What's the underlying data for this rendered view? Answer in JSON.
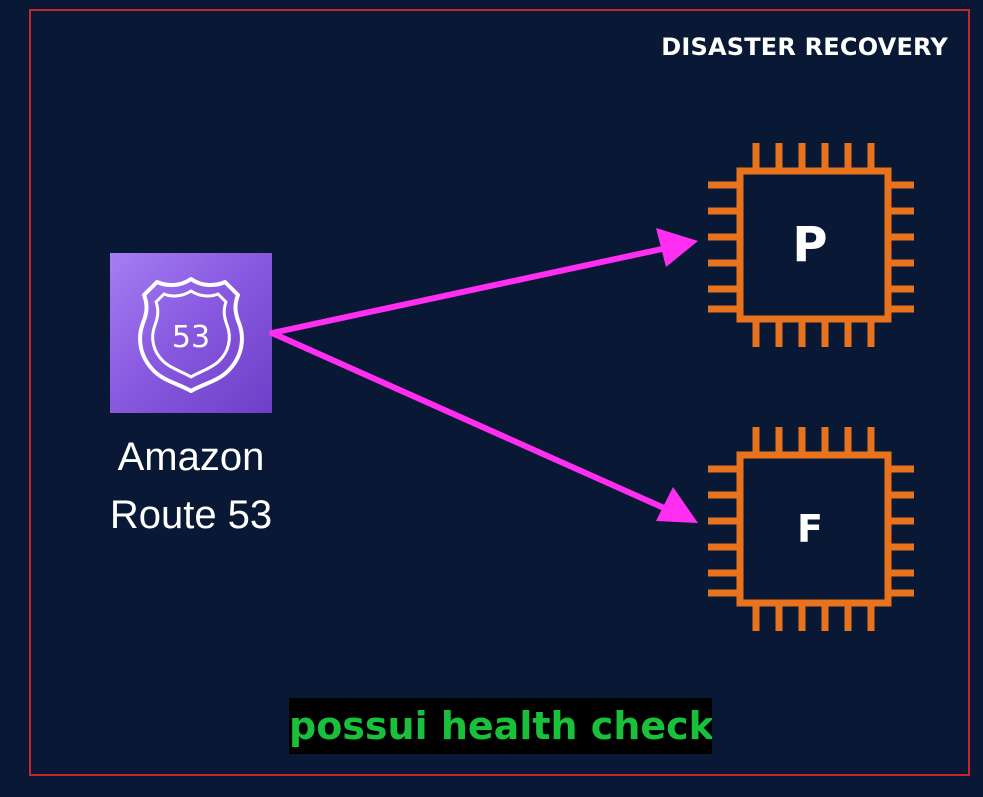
{
  "diagram": {
    "title": "DISASTER RECOVERY",
    "service": {
      "icon": "route53-shield-icon",
      "shield_text": "53",
      "label_line1": "Amazon",
      "label_line2": "Route 53"
    },
    "targets": [
      {
        "label": "P",
        "icon": "ec2-chip-icon"
      },
      {
        "label": "F",
        "icon": "ec2-chip-icon"
      }
    ],
    "caption": "possui health check"
  },
  "colors": {
    "background": "#091935",
    "frame_border": "#c1272d",
    "arrow": "#ff2ef0",
    "chip": "#e8731c",
    "route53_purple": "#8a5be0",
    "caption_text": "#19c03a",
    "caption_background": "#000000"
  }
}
